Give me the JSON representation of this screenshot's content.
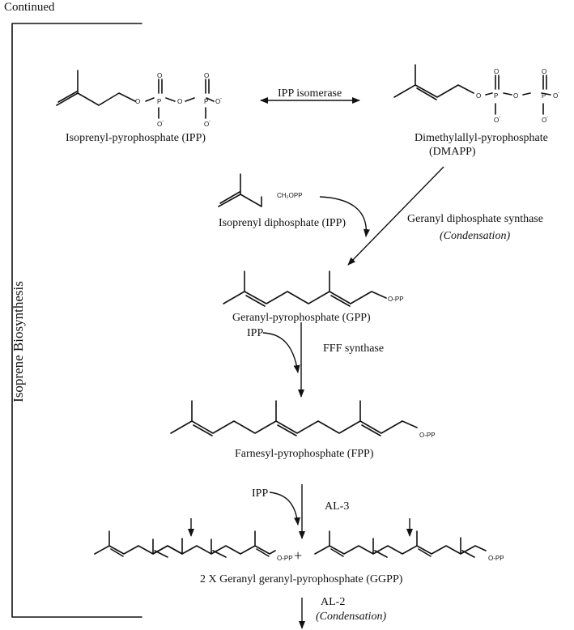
{
  "header": {
    "continued": "Continued"
  },
  "sidebar": {
    "label": "Isoprene Biosynthesis"
  },
  "compounds": {
    "ipp": "Isoprenyl-pyrophosphate (IPP)",
    "dmapp_line1": "Dimethylallyl-pyrophosphate",
    "dmapp_line2": "(DMAPP)",
    "ipp_diphosphate": "Isoprenyl diphosphate (IPP)",
    "ipp_ch2opp": "CH₂OPP",
    "gpp": "Geranyl-pyrophosphate (GPP)",
    "fpp": "Farnesyl-pyrophosphate (FPP)",
    "ggpp": "2 X Geranyl geranyl-pyrophosphate (GGPP)",
    "opp": "O-PP"
  },
  "enzymes": {
    "ipp_isomerase": "IPP isomerase",
    "gpp_synthase": "Geranyl diphosphate synthase",
    "gpp_synthase_note": "(Condensation)",
    "fff_synthase": "FFF synthase",
    "al3": "AL-3",
    "al2": "AL-2",
    "al2_note": "(Condensation)"
  },
  "inputs": {
    "ipp_1": "IPP",
    "ipp_2": "IPP"
  },
  "plus": "+",
  "phosphate_atoms": {
    "o": "O",
    "p": "P",
    "o_minus": "O⁻"
  }
}
